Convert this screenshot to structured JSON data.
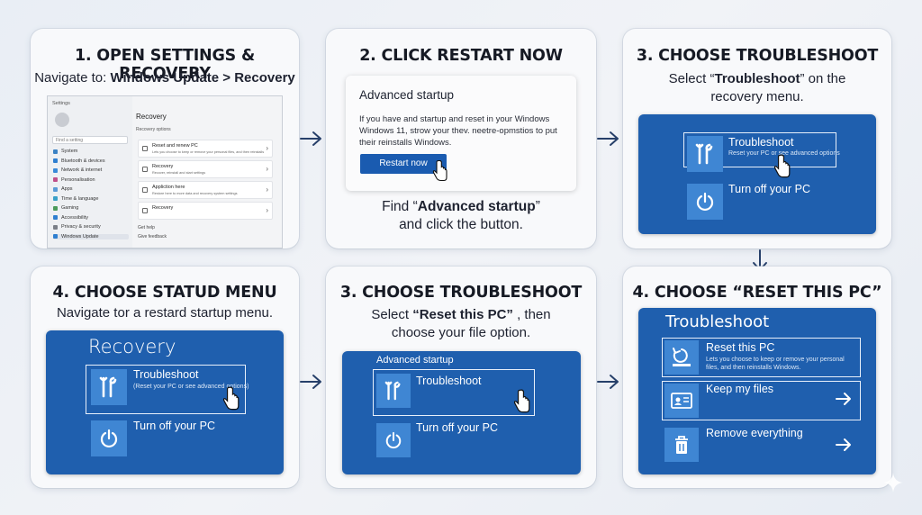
{
  "steps": [
    {
      "title": "1. OPEN SETTINGS & RECOVERY",
      "subtitle_prefix": "Navigate to: ",
      "subtitle_bold": "Windows Update > Recovery"
    },
    {
      "title": "2. CLICK RESTART NOW",
      "subtitle_line1_prefix": "Find “",
      "subtitle_line1_bold": "Advanced startup",
      "subtitle_line1_suffix": "”",
      "subtitle_line2": "and click the button."
    },
    {
      "title": "3. CHOOSE TROUBLESHOOT",
      "subtitle_line1_prefix": "Select “",
      "subtitle_line1_bold": "Troubleshoot",
      "subtitle_line1_suffix": "” on the",
      "subtitle_line2": "recovery menu."
    },
    {
      "title": "4. CHOOSE STATUD MENU",
      "subtitle": "Navigate tor a restard startup menu."
    },
    {
      "title": "3. CHOOSE TROUBLESHOOT",
      "subtitle_line1_prefix": "Select ",
      "subtitle_line1_bold": "“Reset this PC”",
      "subtitle_line1_suffix": " , then",
      "subtitle_line2": "choose your file option."
    },
    {
      "title": "4. CHOOSE “RESET THIS PC”"
    }
  ],
  "settings_window": {
    "app_name": "Settings",
    "search_placeholder": "Find a setting",
    "page_title": "Recovery",
    "section_label": "Recovery options",
    "sidebar": [
      "System",
      "Bluetooth & devices",
      "Network & internet",
      "Personalisation",
      "Apps",
      "Time & language",
      "Gaming",
      "Accessibility",
      "Privacy & security",
      "Windows Update"
    ],
    "rows": [
      {
        "title": "Reset and renew PC",
        "desc": "Lets you choose to keep or remove your personal files, and then reinstalls Windows"
      },
      {
        "title": "Recovery",
        "desc": "Recover, reinstall and start settings"
      },
      {
        "title": "Appliction here",
        "desc": "Restore here to more data and recovery system settings"
      },
      {
        "title": "Recovery",
        "desc": ""
      }
    ],
    "footer": [
      "Get help",
      "Give feedback"
    ]
  },
  "advanced_startup_dialog": {
    "heading": "Advanced startup",
    "body": "If you have and startup and reset in your Windows Windows 11, strow your thev. neetre-opmstios to put their reinstalls Windows.",
    "button": "Restart now"
  },
  "panel3": {
    "option1_title": "Troubleshoot",
    "option1_desc": "Reset your PC or see advanced options",
    "option2_title": "Turn off your PC"
  },
  "panel4": {
    "heading": "Recovery",
    "option1_title": "Troubleshoot",
    "option1_desc": "(Reset your PC or see advanced options)",
    "option2_title": "Turn off your PC"
  },
  "panel5": {
    "heading": "Advanced startup",
    "option1_title": "Troubleshoot",
    "option2_title": "Turn off your PC"
  },
  "panel6": {
    "heading": "Troubleshoot",
    "option1_title": "Reset this PC",
    "option1_desc": "Lets you choose to keep or remove your personal files, and then reinstalls Windows.",
    "option2_title": "Keep my files",
    "option3_title": "Remove everything"
  },
  "colors": {
    "panel_blue": "#1f5fae",
    "tile_blue": "#3f86d3",
    "button_blue": "#1a5bb0",
    "arrow": "#27406a"
  }
}
